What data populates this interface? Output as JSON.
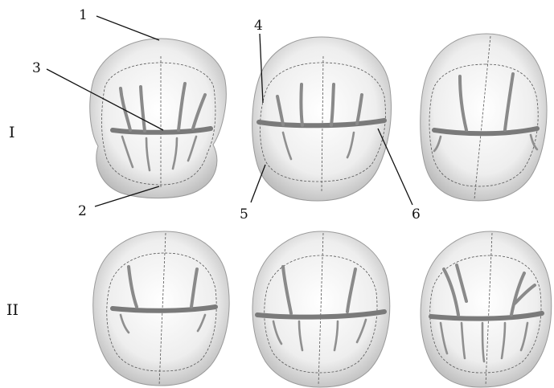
{
  "row_labels": [
    "I",
    "II"
  ],
  "part_labels": [
    "1",
    "2",
    "3",
    "4",
    "5",
    "6"
  ]
}
